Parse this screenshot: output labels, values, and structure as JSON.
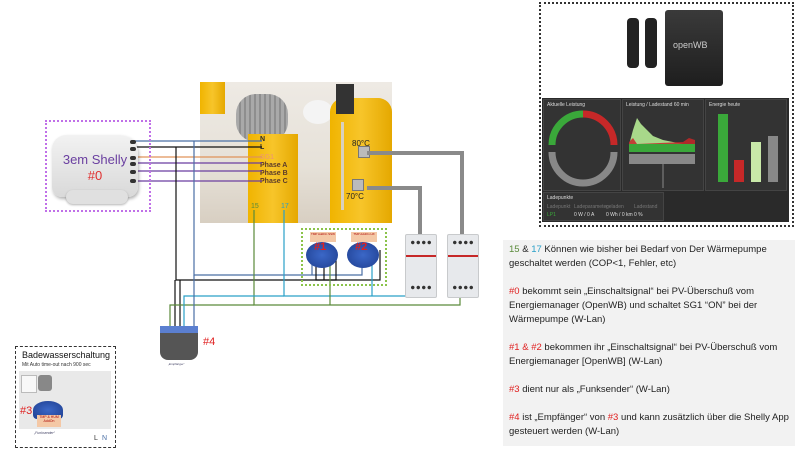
{
  "shelly_3em": {
    "label": "3em Shelly",
    "number": "#0"
  },
  "heatpump": {
    "terminals": [
      "N",
      "L",
      "SG1",
      "Phase A",
      "Phase B",
      "Phase C"
    ],
    "terminal_15": "15",
    "terminal_17": "17",
    "temp_upper": "80°C",
    "temp_lower": "70°C"
  },
  "openwb": {
    "logo": "openWB",
    "panels": {
      "aktuelle_leistung": "Aktuelle Leistung",
      "leistung_ladestand": "Leistung / Ladestand 60 min",
      "energie_heute": "Energie heute",
      "ladepunkte": "Ladepunkte"
    },
    "ladepunkte_cols": [
      "Ladepunkt",
      "Ladeparameter",
      "geladen",
      "Ladestand"
    ],
    "ladepunkte_values": [
      "LP1",
      "0 W / 0 A",
      "0 Wh / 0 km",
      "0 %"
    ]
  },
  "relays": [
    {
      "number": "#1",
      "tag": "TMP AddOn SSW"
    },
    {
      "number": "#2",
      "tag": "TMP AddOn HX"
    }
  ],
  "shelly_4": {
    "number": "#4",
    "caption": "„Empfänger“"
  },
  "bath": {
    "title": "Badewasserschaltung",
    "subtitle": "Mit Auto time-out nach 900 sec",
    "number": "#3",
    "tag": "TMP & HUM AddOn",
    "caption": "„Funksender“",
    "L": "L",
    "N": "N"
  },
  "info": {
    "p1": {
      "a": "15",
      "amp": " & ",
      "b": "17",
      "rest": " Können wie bisher bei Bedarf von Der Wärmepumpe geschaltet werden (COP<1, Fehler, etc)"
    },
    "p2": {
      "tag": "#0",
      "rest": " bekommt sein „Einschaltsignal“ bei PV-Überschuß vom Energiemanager (OpenWB) und schaltet SG1 “ON” bei der Wärmepumpe (W-Lan)"
    },
    "p3": {
      "tag1": "#1",
      "amp": " & ",
      "tag2": "#2",
      "rest": " bekommen ihr „Einschaltsignal“ bei PV-Überschuß vom Energiemanager [OpenWB] (W-Lan)"
    },
    "p4": {
      "tag": "#3",
      "rest": " dient nur als „Funksender“ (W-Lan)"
    },
    "p5": {
      "tag": "#4",
      "mid": " ist „Empfänger“ von ",
      "tag2": "#3",
      "rest": " und kann zusätzlich über die Shelly App gesteuert werden (W-Lan)"
    }
  },
  "colors": {
    "neutral_wire": "#4a6fa5",
    "live_wire": "#111111",
    "sg1_wire": "#e0935a",
    "phase_wire": "#6b3fa0",
    "t15_wire": "#5a8a3a",
    "t17_wire": "#2aa0c8",
    "heating_pipe": "#8a8a8a"
  }
}
